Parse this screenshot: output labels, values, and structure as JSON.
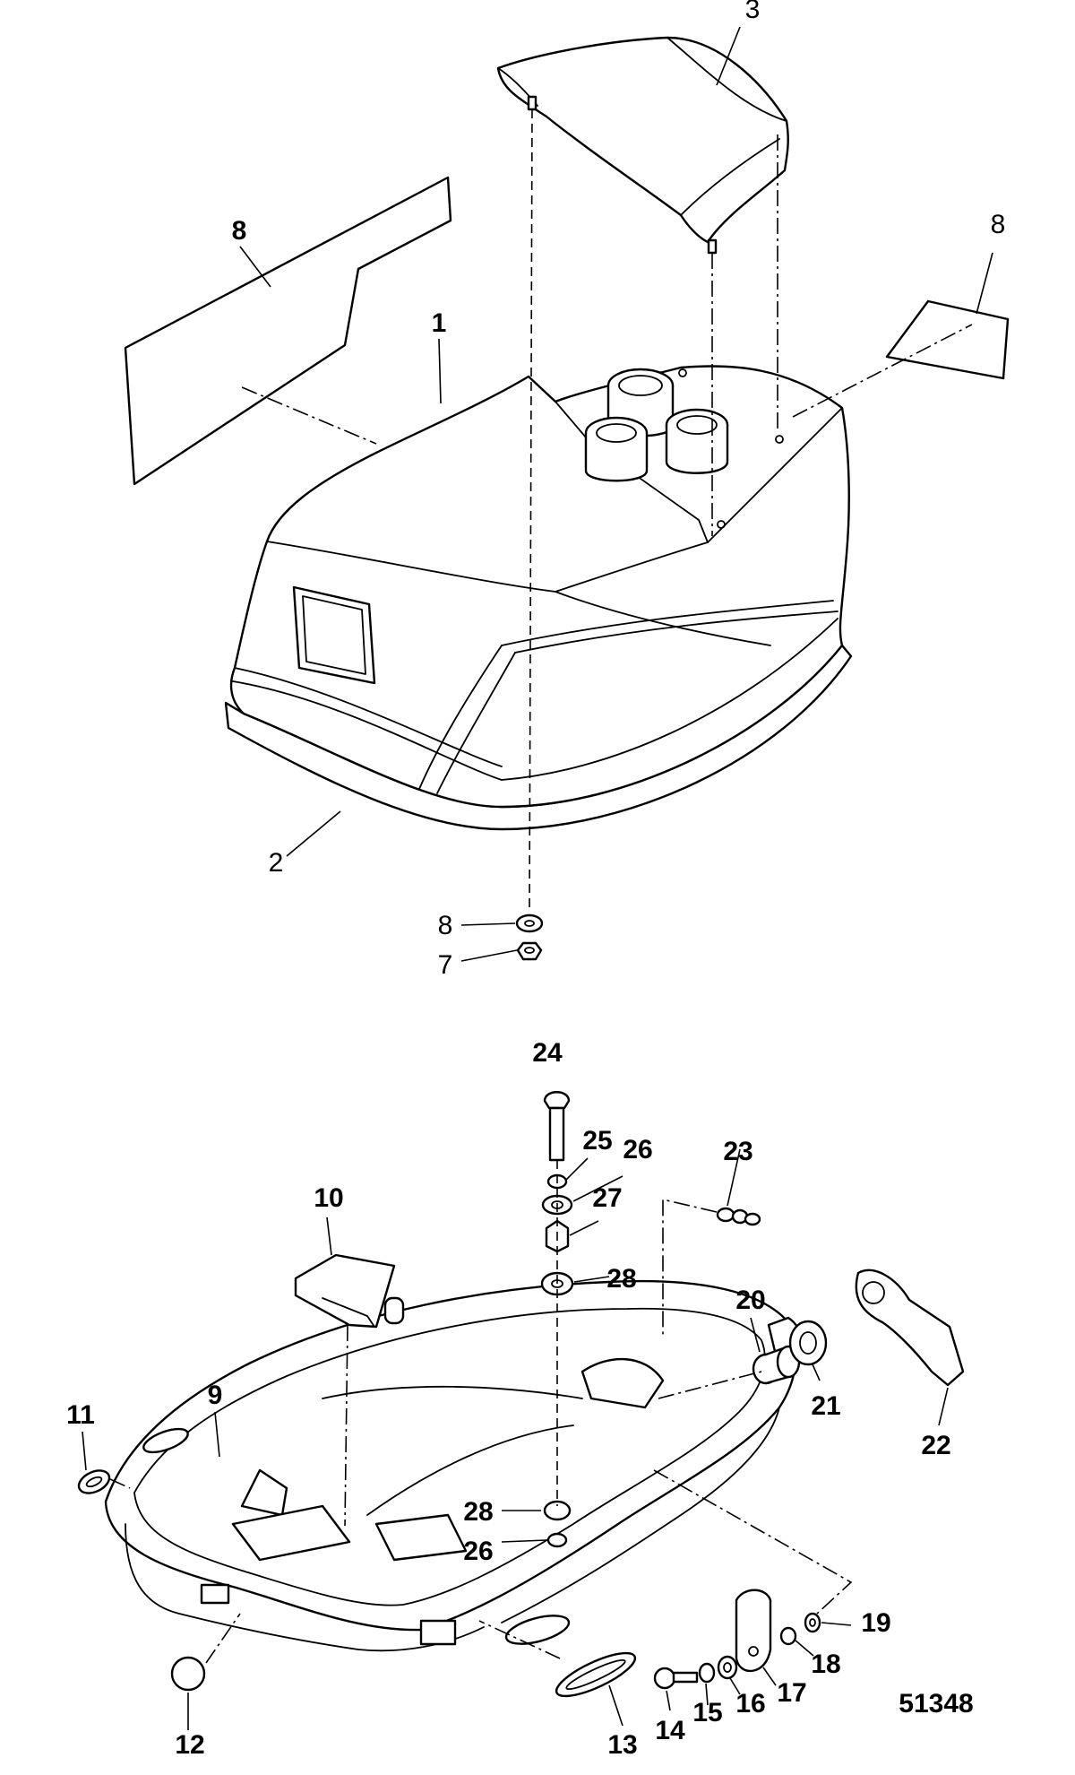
{
  "figure_number": "51348",
  "callouts": [
    {
      "id": "callout-1",
      "text": "1"
    },
    {
      "id": "callout-2",
      "text": "2"
    },
    {
      "id": "callout-3",
      "text": "3"
    },
    {
      "id": "callout-8-left",
      "text": "8"
    },
    {
      "id": "callout-8-right",
      "text": "8"
    },
    {
      "id": "callout-8-washer",
      "text": "8"
    },
    {
      "id": "callout-7",
      "text": "7"
    },
    {
      "id": "callout-24",
      "text": "24"
    },
    {
      "id": "callout-25",
      "text": "25"
    },
    {
      "id": "callout-26-top",
      "text": "26"
    },
    {
      "id": "callout-27",
      "text": "27"
    },
    {
      "id": "callout-28-top",
      "text": "28"
    },
    {
      "id": "callout-23",
      "text": "23"
    },
    {
      "id": "callout-10",
      "text": "10"
    },
    {
      "id": "callout-20",
      "text": "20"
    },
    {
      "id": "callout-21",
      "text": "21"
    },
    {
      "id": "callout-22",
      "text": "22"
    },
    {
      "id": "callout-9",
      "text": "9"
    },
    {
      "id": "callout-11",
      "text": "11"
    },
    {
      "id": "callout-28-bottom",
      "text": "28"
    },
    {
      "id": "callout-26-bottom",
      "text": "26"
    },
    {
      "id": "callout-19",
      "text": "19"
    },
    {
      "id": "callout-18",
      "text": "18"
    },
    {
      "id": "callout-17",
      "text": "17"
    },
    {
      "id": "callout-16",
      "text": "16"
    },
    {
      "id": "callout-15",
      "text": "15"
    },
    {
      "id": "callout-14",
      "text": "14"
    },
    {
      "id": "callout-13",
      "text": "13"
    },
    {
      "id": "callout-12",
      "text": "12"
    }
  ]
}
